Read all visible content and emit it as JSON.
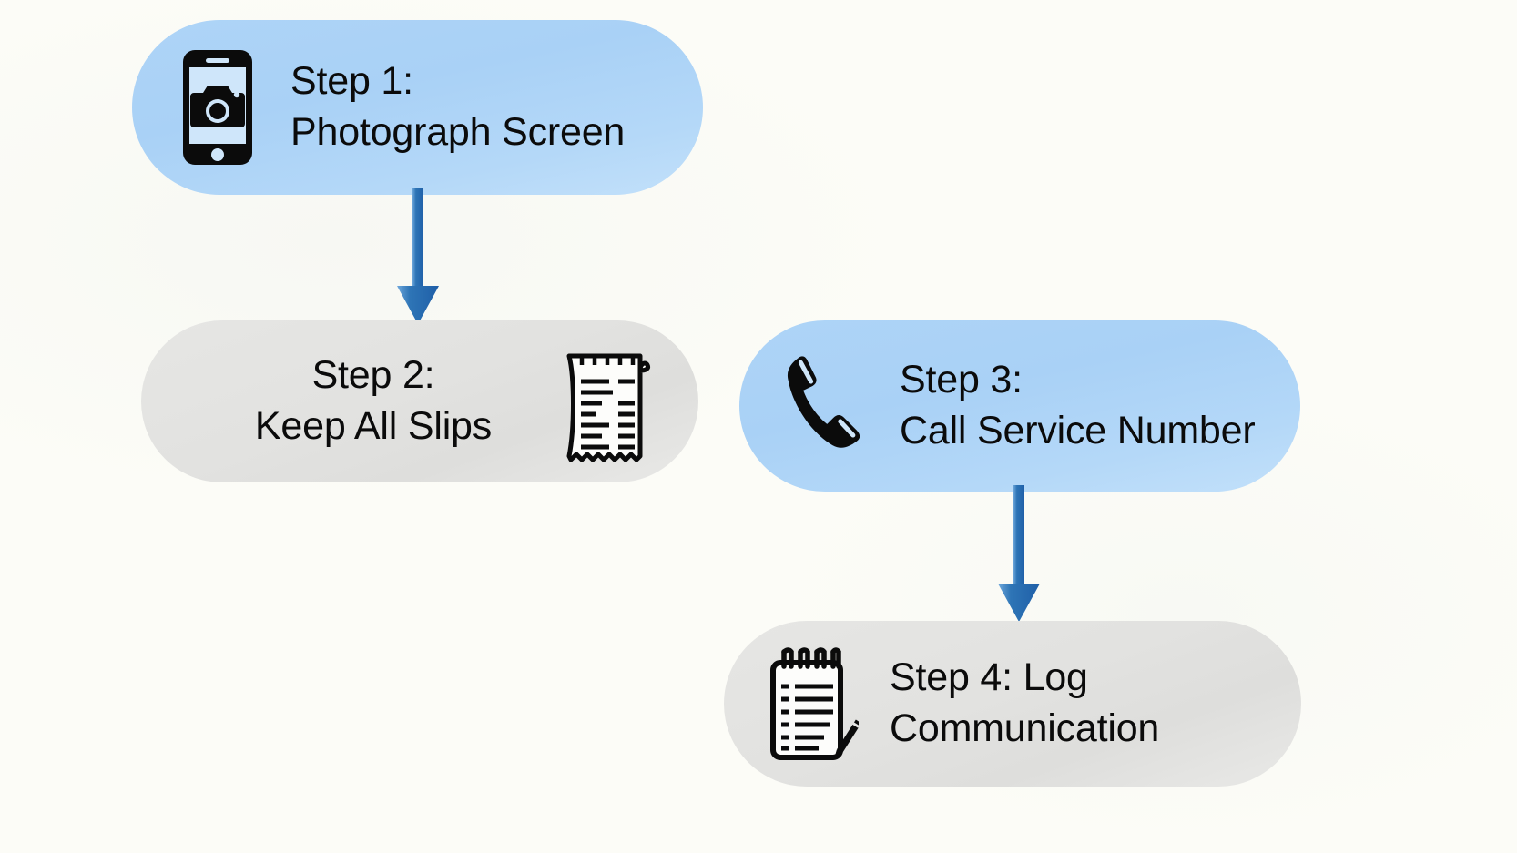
{
  "diagram": {
    "title": "Four step process flow",
    "background_color": "#fbfbf6",
    "accent_blue": "#2e75b6",
    "node_blue": "#aed4f7",
    "node_grey": "#e4e4e2",
    "text_color": "#0b0b0b"
  },
  "nodes": [
    {
      "id": "step1",
      "label": "Step 1:\nPhotograph Screen",
      "line1": "Step 1:",
      "line2": "Photograph Screen",
      "style": "blue",
      "icon": "smartphone-camera-icon",
      "icon_position": "left"
    },
    {
      "id": "step2",
      "label": "Step 2:\nKeep All Slips",
      "line1": "Step 2:",
      "line2": "Keep All Slips",
      "style": "grey",
      "icon": "receipt-icon",
      "icon_position": "right"
    },
    {
      "id": "step3",
      "label": "Step 3:\nCall Service Number",
      "line1": "Step 3:",
      "line2": "Call Service Number",
      "style": "blue",
      "icon": "telephone-handset-icon",
      "icon_position": "left"
    },
    {
      "id": "step4",
      "label": "Step 4: Log\nCommunication",
      "line1": "Step 4: Log",
      "line2": "Communication",
      "style": "grey",
      "icon": "notepad-pencil-icon",
      "icon_position": "left"
    }
  ],
  "connectors": [
    {
      "id": "arrow-1-2",
      "from": "step1",
      "to": "step2",
      "direction": "down",
      "color": "#2e75b6"
    },
    {
      "id": "arrow-3-4",
      "from": "step3",
      "to": "step4",
      "direction": "down",
      "color": "#2e75b6"
    }
  ]
}
